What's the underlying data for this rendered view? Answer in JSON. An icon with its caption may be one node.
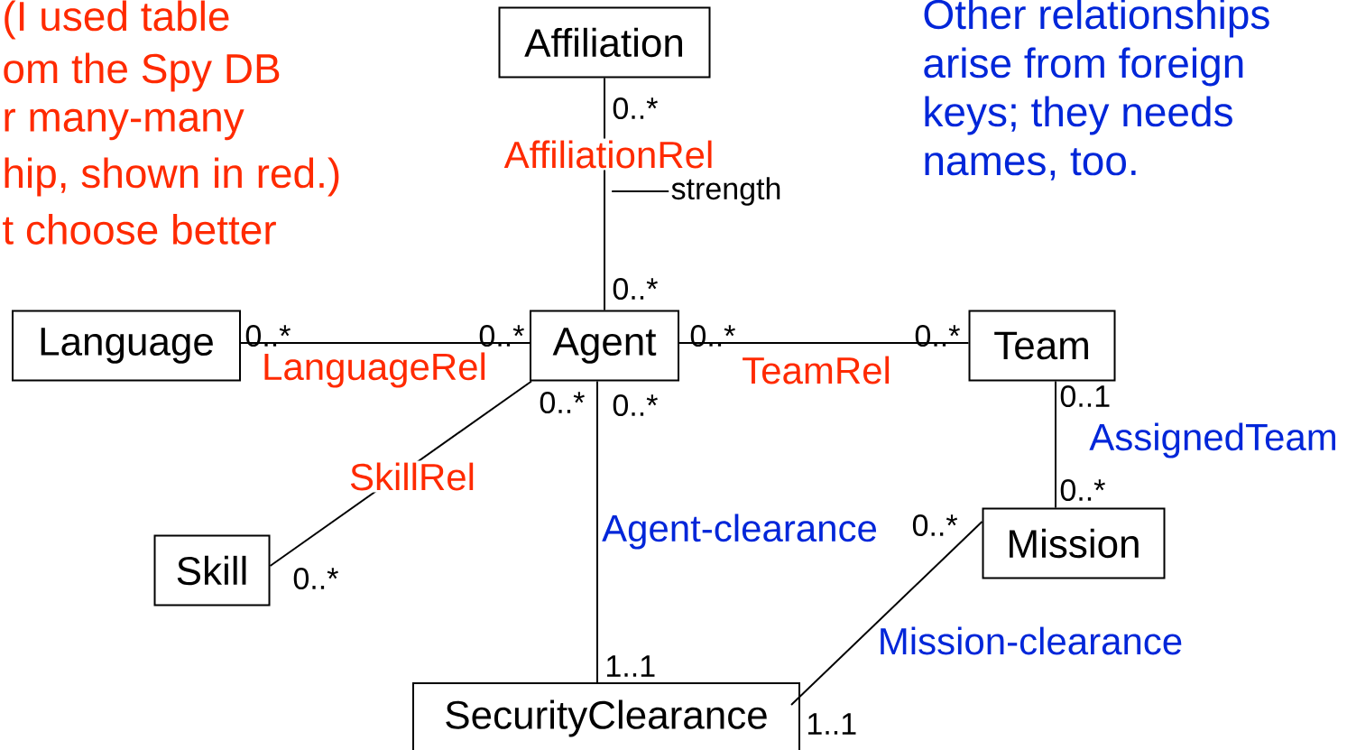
{
  "diagram": {
    "nodes": [
      {
        "text": [
          "Affiliation"
        ]
      },
      {
        "text": [
          "Language"
        ]
      },
      {
        "text": [
          "Agent"
        ]
      },
      {
        "text": [
          "Team"
        ]
      },
      {
        "text": [
          "Skill"
        ]
      },
      {
        "text": [
          "Mission"
        ]
      },
      {
        "text": [
          "SecurityClearance"
        ]
      },
      {
        "text": [
          "strength"
        ]
      }
    ],
    "edges": [
      {
        "from": 0,
        "to": 2,
        "arrow": "none",
        "label": "AffiliationRel"
      },
      {
        "from": 1,
        "to": 2,
        "arrow": "none",
        "label": "LanguageRel"
      },
      {
        "from": 2,
        "to": 3,
        "arrow": "none",
        "label": "TeamRel"
      },
      {
        "from": 2,
        "to": 4,
        "arrow": "none",
        "label": "SkillRel"
      },
      {
        "from": 3,
        "to": 5,
        "arrow": "none",
        "label": "AssignedTeam"
      },
      {
        "from": 2,
        "to": 6,
        "arrow": "none",
        "label": "Agent-clearance"
      },
      {
        "from": 5,
        "to": 6,
        "arrow": "none",
        "label": "Mission-clearance"
      },
      {
        "from": 7,
        "to": null,
        "arrow": "none"
      }
    ],
    "labels": [
      "(I used table",
      "om the Spy DB",
      "r many-many",
      "hip, shown in red.)",
      "t choose better",
      "Other relationships",
      "arise from foreign",
      "keys; they needs",
      "names, too.",
      "0..*",
      "0..*",
      "0..*",
      "0..*",
      "0..*",
      "0..*",
      "0..*",
      "0..*",
      "0..1",
      "0..*",
      "0..*",
      "0..*",
      "1..1",
      "1..1"
    ]
  }
}
